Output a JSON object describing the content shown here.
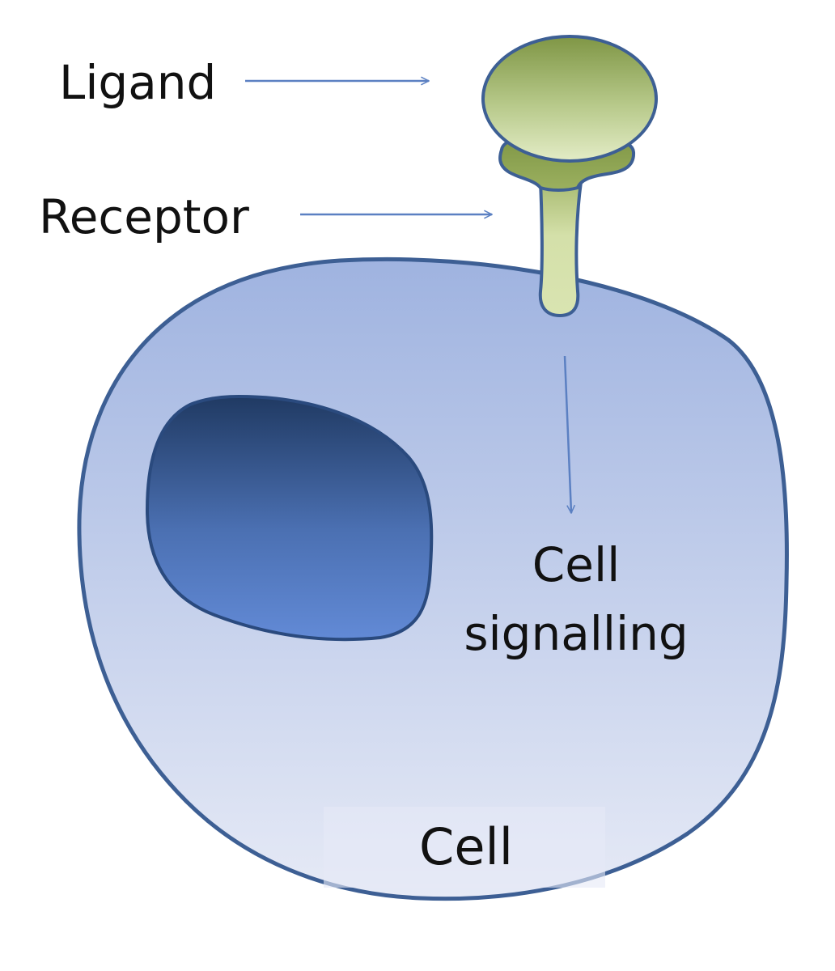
{
  "labels": {
    "ligand": "Ligand",
    "receptor": "Receptor",
    "signalling_line1": "Cell",
    "signalling_line2": "signalling",
    "cell": "Cell"
  },
  "colors": {
    "cell_top": "#9fb3e0",
    "cell_bottom": "#e6eaf6",
    "cell_stroke": "#3d5f94",
    "nucleus_top": "#203a63",
    "nucleus_bottom": "#628ad6",
    "ligand_top": "#7f9645",
    "ligand_bottom": "#dde7bd",
    "receptor_fill": "#d7e3ad",
    "arrow": "#5b80c2"
  },
  "icons": {
    "ligand": "ligand-icon",
    "receptor": "receptor-icon",
    "nucleus": "nucleus-icon"
  }
}
